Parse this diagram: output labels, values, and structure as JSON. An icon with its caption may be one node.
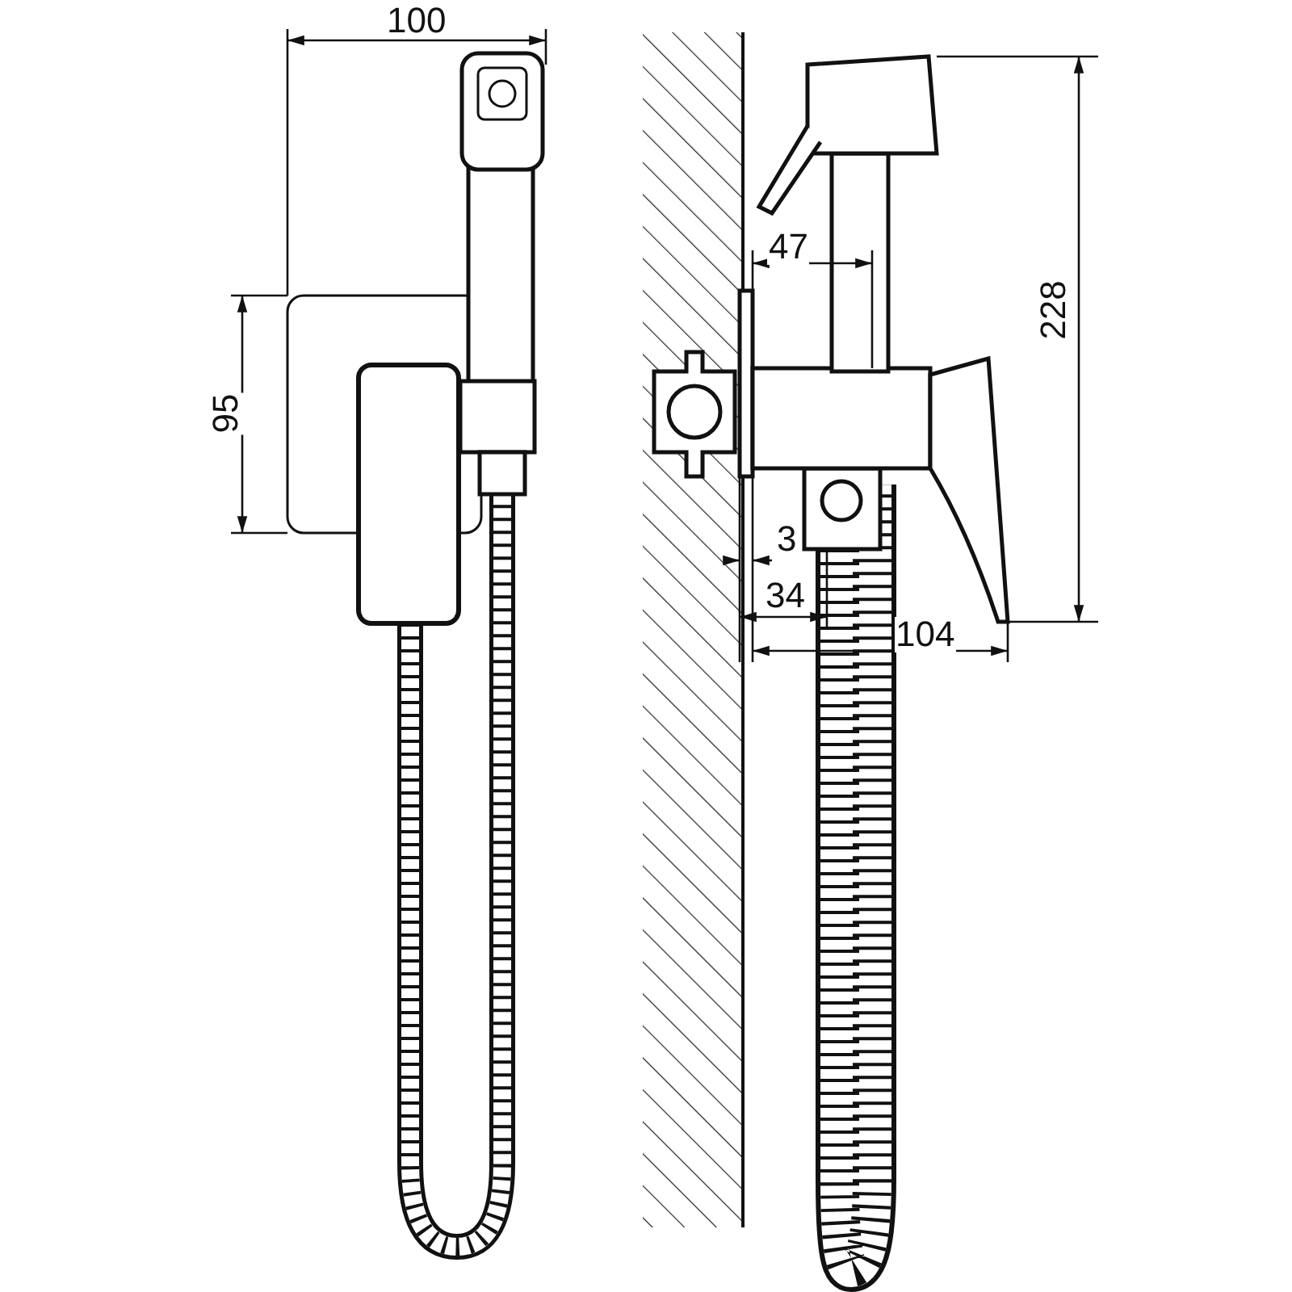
{
  "diagram": {
    "labels": [
      "100",
      "95",
      "47",
      "228",
      "3",
      "34",
      "104"
    ]
  }
}
